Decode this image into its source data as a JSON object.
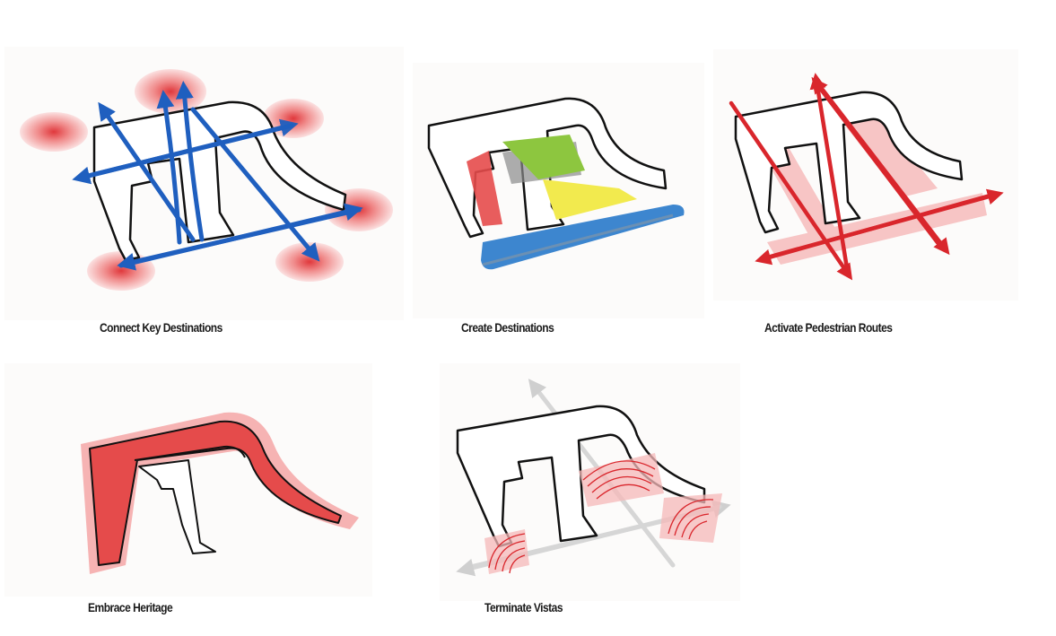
{
  "panels": [
    {
      "id": "connect",
      "caption": "Connect Key Destinations"
    },
    {
      "id": "create",
      "caption": "Create Destinations"
    },
    {
      "id": "activate",
      "caption": "Activate Pedestrian Routes"
    },
    {
      "id": "heritage",
      "caption": "Embrace Heritage"
    },
    {
      "id": "vistas",
      "caption": "Terminate Vistas"
    }
  ],
  "colors": {
    "blue": "#1f5fbf",
    "red": "#d9262c",
    "pink": "#f07f7f",
    "green": "#8dc63f",
    "yellow": "#f2ea4e",
    "lightblue": "#3d86cf",
    "gray": "#bdbdbd"
  }
}
